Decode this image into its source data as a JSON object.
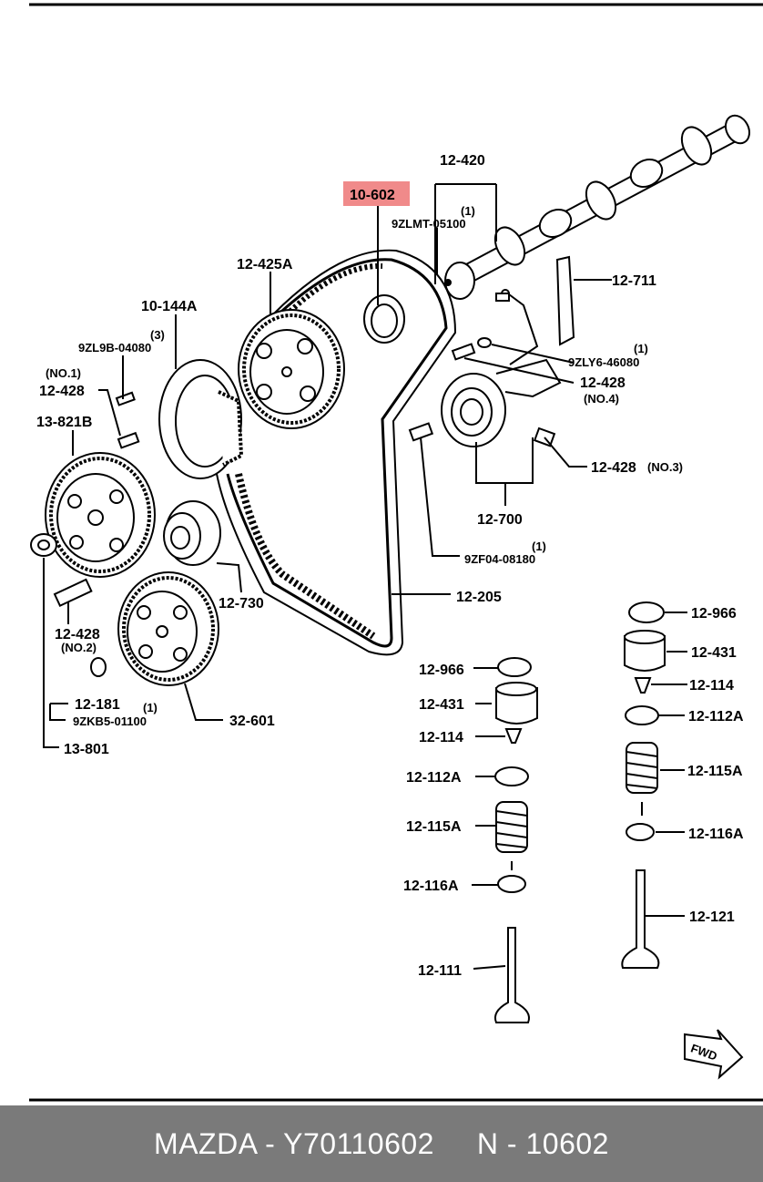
{
  "labels": {
    "highlight": "10-602",
    "l_12_420": "12-420",
    "l_9zlmt_qty": "(1)",
    "l_9zlmt": "9ZLMT-05100",
    "l_12_425a": "12-425A",
    "l_10_144a": "10-144A",
    "l_9zl9b_qty": "(3)",
    "l_9zl9b": "9ZL9B-04080",
    "l_no1": "(NO.1)",
    "l_12_428_a": "12-428",
    "l_13_821b": "13-821B",
    "l_12_711": "12-711",
    "l_9zly6_qty": "(1)",
    "l_9zly6": "9ZLY6-46080",
    "l_12_428_b": "12-428",
    "l_no4": "(NO.4)",
    "l_12_428_c": "12-428",
    "l_no3": "(NO.3)",
    "l_12_700": "12-700",
    "l_9zf04_qty": "(1)",
    "l_9zf04": "9ZF04-08180",
    "l_12_730": "12-730",
    "l_12_205": "12-205",
    "l_12_428_d": "12-428",
    "l_no2": "(NO.2)",
    "l_12_181": "12-181",
    "l_9zkb5_qty": "(1)",
    "l_9zkb5": "9ZKB5-01100",
    "l_32_601": "32-601",
    "l_13_801": "13-801",
    "l_12_966_l": "12-966",
    "l_12_431_l": "12-431",
    "l_12_114_l": "12-114",
    "l_12_112a_l": "12-112A",
    "l_12_115a_l": "12-115A",
    "l_12_116a_l": "12-116A",
    "l_12_111": "12-111",
    "l_12_966_r": "12-966",
    "l_12_431_r": "12-431",
    "l_12_114_r": "12-114",
    "l_12_112a_r": "12-112A",
    "l_12_115a_r": "12-115A",
    "l_12_116a_r": "12-116A",
    "l_12_121": "12-121",
    "fwd": "FWD"
  },
  "colors": {
    "highlight": "#f08a8a",
    "footer_bg": "#7a7a7a"
  },
  "footer": {
    "brand": "MAZDA - Y70110602",
    "part": "N - 10602"
  }
}
